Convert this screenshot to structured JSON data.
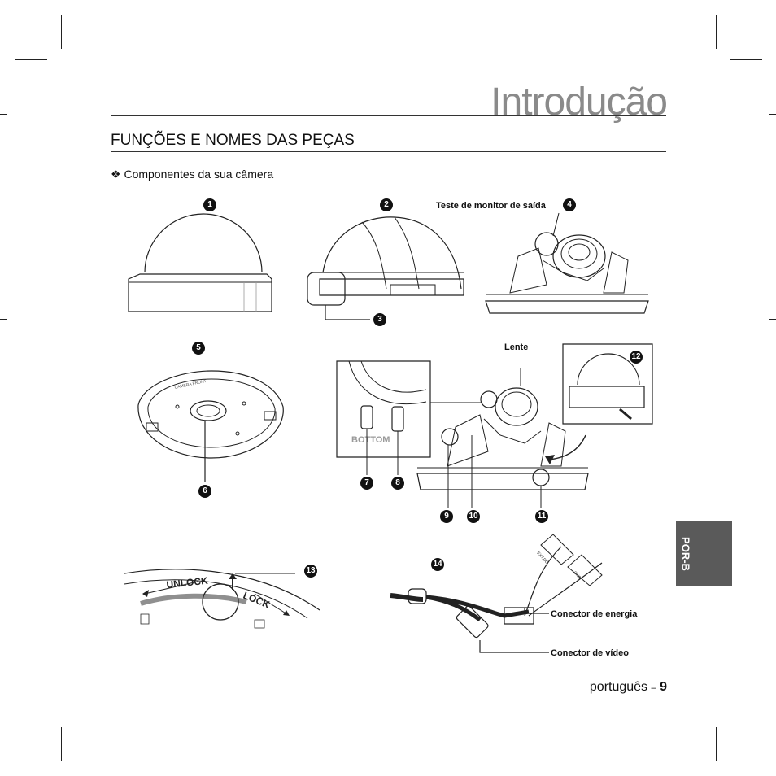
{
  "page": {
    "title": "Introdução",
    "section_heading": "FUNÇÕES E NOMES DAS PEÇAS",
    "subheading": "Componentes da sua câmera",
    "subheading_bullet": "❖",
    "side_tab": "POR-B",
    "footer": {
      "language": "português",
      "separator": "–",
      "page_number": "9"
    }
  },
  "labels": {
    "output_monitor_test": "Teste de monitor de saída",
    "lens": "Lente",
    "power_connector": "Conector de energia",
    "video_connector": "Conector de vídeo"
  },
  "callouts": [
    "1",
    "2",
    "3",
    "4",
    "5",
    "6",
    "7",
    "8",
    "9",
    "10",
    "11",
    "12",
    "13",
    "14"
  ],
  "embossed_text": {
    "unlock": "UNLOCK",
    "lock": "LOCK",
    "bottom": "BOTTOM",
    "ext_dc": "EXT.DC",
    "gnd": "GND",
    "camera_front": "CAMERA FRONT"
  }
}
